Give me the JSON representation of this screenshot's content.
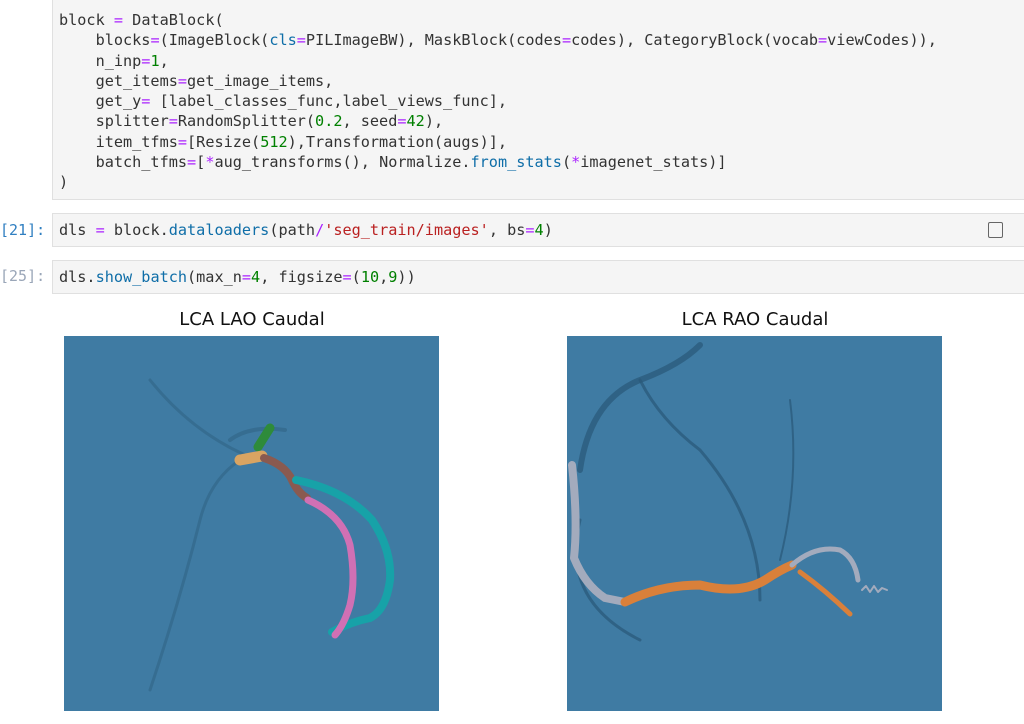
{
  "cells": [
    {
      "prompt": "",
      "lines": [
        [
          [
            "block ",
            ""
          ],
          [
            "=",
            "kw-op"
          ],
          [
            " DataBlock(",
            ""
          ]
        ],
        [
          [
            "    blocks",
            ""
          ],
          [
            "=",
            "kw-op"
          ],
          [
            "(ImageBlock(",
            ""
          ],
          [
            "cls",
            "attr"
          ],
          [
            "=",
            "kw-op"
          ],
          [
            "PILImageBW), MaskBlock(codes",
            ""
          ],
          [
            "=",
            "kw-op"
          ],
          [
            "codes), CategoryBlock(vocab",
            ""
          ],
          [
            "=",
            "kw-op"
          ],
          [
            "viewCodes)),",
            ""
          ]
        ],
        [
          [
            "    n_inp",
            ""
          ],
          [
            "=",
            "kw-op"
          ],
          [
            "1",
            "num"
          ],
          [
            ",",
            ""
          ]
        ],
        [
          [
            "    get_items",
            ""
          ],
          [
            "=",
            "kw-op"
          ],
          [
            "get_image_items,",
            ""
          ]
        ],
        [
          [
            "    get_y",
            ""
          ],
          [
            "=",
            "kw-op"
          ],
          [
            " [label_classes_func,label_views_func],",
            ""
          ]
        ],
        [
          [
            "    splitter",
            ""
          ],
          [
            "=",
            "kw-op"
          ],
          [
            "RandomSplitter(",
            ""
          ],
          [
            "0.2",
            "num"
          ],
          [
            ", seed",
            ""
          ],
          [
            "=",
            "kw-op"
          ],
          [
            "42",
            "num"
          ],
          [
            "),",
            ""
          ]
        ],
        [
          [
            "    item_tfms",
            ""
          ],
          [
            "=",
            "kw-op"
          ],
          [
            "[Resize(",
            ""
          ],
          [
            "512",
            "num"
          ],
          [
            "),Transformation(augs)],",
            ""
          ]
        ],
        [
          [
            "    batch_tfms",
            ""
          ],
          [
            "=",
            "kw-op"
          ],
          [
            "[",
            ""
          ],
          [
            "*",
            "kw-op"
          ],
          [
            "aug_transforms(), Normalize.",
            ""
          ],
          [
            "from_stats",
            "fn"
          ],
          [
            "(",
            ""
          ],
          [
            "*",
            "kw-op"
          ],
          [
            "imagenet_stats)]",
            ""
          ]
        ],
        [
          [
            ")",
            ""
          ]
        ]
      ]
    },
    {
      "prompt": "[21]:",
      "lines": [
        [
          [
            "dls ",
            ""
          ],
          [
            "=",
            "kw-op"
          ],
          [
            " block.",
            ""
          ],
          [
            "dataloaders",
            "fn"
          ],
          [
            "(path",
            ""
          ],
          [
            "/",
            "kw-op"
          ],
          [
            "'seg_train/images'",
            "str"
          ],
          [
            ", bs",
            ""
          ],
          [
            "=",
            "kw-op"
          ],
          [
            "4",
            "num"
          ],
          [
            ")",
            ""
          ]
        ]
      ]
    },
    {
      "prompt": "[25]:",
      "lines": [
        [
          [
            "dls.",
            ""
          ],
          [
            "show_batch",
            "fn"
          ],
          [
            "(max_n",
            ""
          ],
          [
            "=",
            "kw-op"
          ],
          [
            "4",
            "num"
          ],
          [
            ", figsize",
            ""
          ],
          [
            "=",
            "kw-op"
          ],
          [
            "(",
            ""
          ],
          [
            "10",
            "num"
          ],
          [
            ",",
            ""
          ],
          [
            "9",
            "num"
          ],
          [
            "))",
            ""
          ]
        ]
      ]
    }
  ],
  "toolbar": {
    "icons": [
      "duplicate-cell-icon"
    ]
  },
  "output": {
    "figures": [
      {
        "title": "LCA LAO Caudal"
      },
      {
        "title": "LCA RAO Caudal"
      }
    ],
    "colors": {
      "background": "#3f7ba3",
      "segment_green": "#2e8b3a",
      "segment_tan": "#d9a462",
      "segment_brown": "#8a5a50",
      "segment_teal": "#17a2a8",
      "segment_pink": "#d070b4",
      "segment_orange": "#d9803a",
      "segment_gray": "#a3abbd"
    }
  }
}
